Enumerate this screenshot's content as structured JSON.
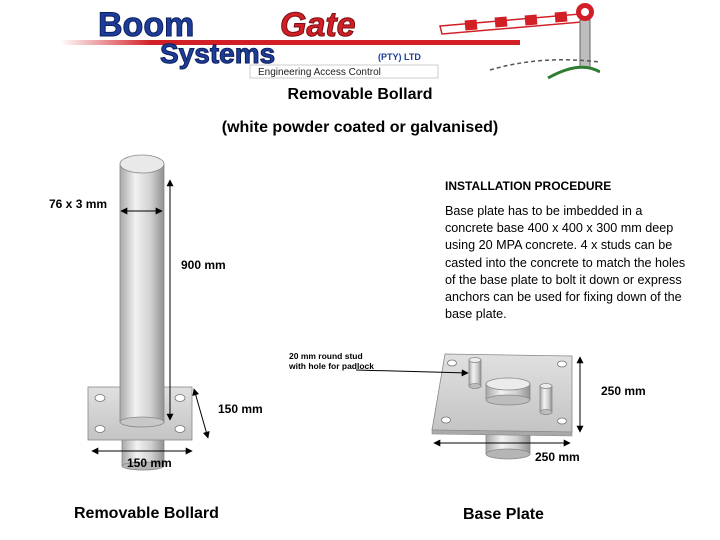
{
  "logo": {
    "word1a": "Boom",
    "word1b": "Gate",
    "word2": "Systems",
    "suffix": "(PTY) LTD",
    "tagline": "Engineering Access Control"
  },
  "title": {
    "line1": "Removable Bollard",
    "line2": "(white powder coated or galvanised)"
  },
  "installation": {
    "heading": "INSTALLATION PROCEDURE",
    "body": "Base plate has to be imbedded in a concrete base 400 x 400 x 300 mm deep using 20 MPA concrete.  4 x studs can be casted into the concrete to match the holes of the base plate to bolt it down or express anchors can be used for fixing down of the base plate."
  },
  "bollard": {
    "diameter_label": "76 x 3 mm",
    "height_label": "900 mm",
    "plate_depth_label": "150 mm",
    "plate_width_label": "150 mm",
    "caption": "Removable Bollard"
  },
  "base_plate": {
    "stud_note": "20 mm round stud with hole for  padlock",
    "side_label": "250 mm",
    "front_label": "250 mm",
    "caption": "Base Plate"
  },
  "colors": {
    "logo_blue": "#1e3d9a",
    "logo_red": "#d21f26",
    "metal_light": "#e6e6e6",
    "metal_dark": "#9c9c9c",
    "plate": "#cfcfcf"
  }
}
